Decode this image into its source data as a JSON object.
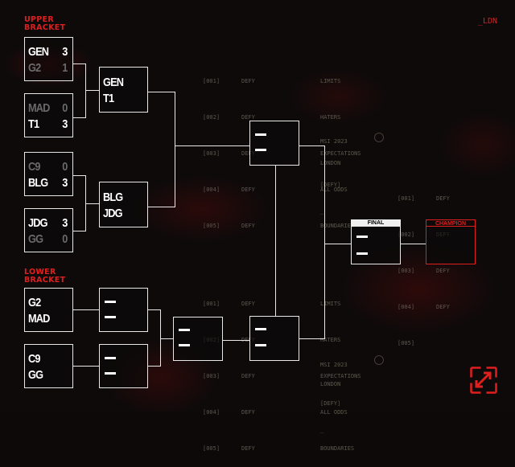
{
  "header": {
    "upper_title_1": "UPPER",
    "upper_title_2": "BRACKET",
    "lower_title_1": "LOWER",
    "lower_title_2": "BRACKET",
    "location_tag": "_LDN"
  },
  "upper_round1": [
    {
      "team_a": "GEN",
      "score_a": "3",
      "team_b": "G2",
      "score_b": "1"
    },
    {
      "team_a": "MAD",
      "score_a": "0",
      "team_b": "T1",
      "score_b": "3"
    },
    {
      "team_a": "C9",
      "score_a": "0",
      "team_b": "BLG",
      "score_b": "3"
    },
    {
      "team_a": "JDG",
      "score_a": "3",
      "team_b": "GG",
      "score_b": "0"
    }
  ],
  "upper_round2": [
    {
      "team_a": "GEN",
      "team_b": "T1"
    },
    {
      "team_a": "BLG",
      "team_b": "JDG"
    }
  ],
  "lower_round1": [
    {
      "team_a": "G2",
      "team_b": "MAD"
    },
    {
      "team_a": "C9",
      "team_b": "GG"
    }
  ],
  "labels": {
    "final": "FINAL",
    "champion": "CHAMPION"
  },
  "watermark_list": {
    "numbers": [
      "[001]",
      "[002]",
      "[003]",
      "[004]",
      "[005]"
    ],
    "word": "DEFY",
    "phrases": [
      "LIMITS",
      "HATERS",
      "EXPECTATIONS",
      "ALL ODDS",
      "BOUNDARIES"
    ]
  },
  "watermark_event": {
    "line1": "MSI 2023",
    "line2": "LONDON",
    "line3": "[DEFY]",
    "cursor": "_"
  },
  "colors": {
    "accent": "#e01e1e",
    "line": "#e8e8e8",
    "dim_team": "#6a6a6a"
  },
  "icons": {
    "expand": "expand-arrows-icon"
  }
}
